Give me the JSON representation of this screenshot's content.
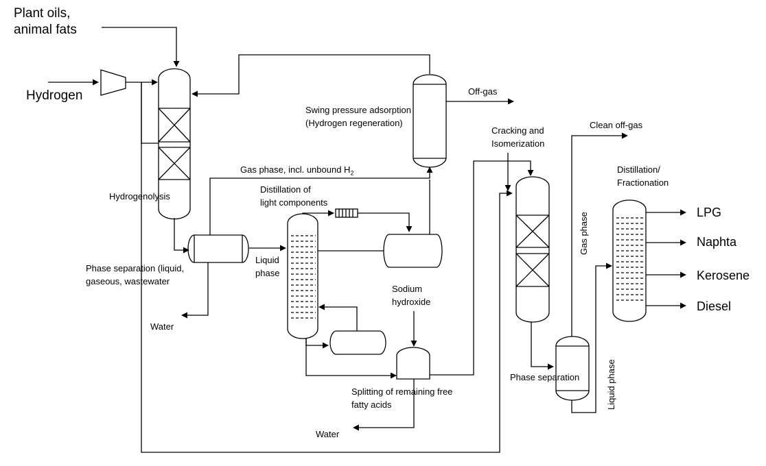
{
  "labels": {
    "plant_oils": [
      "Plant oils,",
      "animal fats"
    ],
    "hydrogen": "Hydrogen",
    "hydrogenolysis": "Hydrogenolysis",
    "off_gas": "Off-gas",
    "swing_pressure": [
      "Swing pressure adsorption",
      "(Hydrogen regeneration)"
    ],
    "gas_phase_incl": "Gas phase, incl. unbound H",
    "gas_phase_sub": "2",
    "distillation_light": [
      "Distillation of",
      "light components"
    ],
    "phase_separation_1": [
      "Phase separation (liquid,",
      "gaseous, wastewater"
    ],
    "liquid_phase": [
      "Liquid",
      "phase"
    ],
    "water_1": "Water",
    "sodium_hydroxide": [
      "Sodium",
      "hydroxide"
    ],
    "splitting": [
      "Splitting of remaining free",
      "fatty acids"
    ],
    "water_2": "Water",
    "cracking": [
      "Cracking and",
      "Isomerization"
    ],
    "clean_off_gas": "Clean off-gas",
    "gas_phase_vertical": "Gas phase",
    "liquid_phase_vertical": "Liquid phase",
    "phase_separation_2": "Phase separation",
    "distillation_fractionation": [
      "Distillation/",
      "Fractionation"
    ]
  },
  "products": [
    "LPG",
    "Naphta",
    "Kerosene",
    "Diesel"
  ]
}
